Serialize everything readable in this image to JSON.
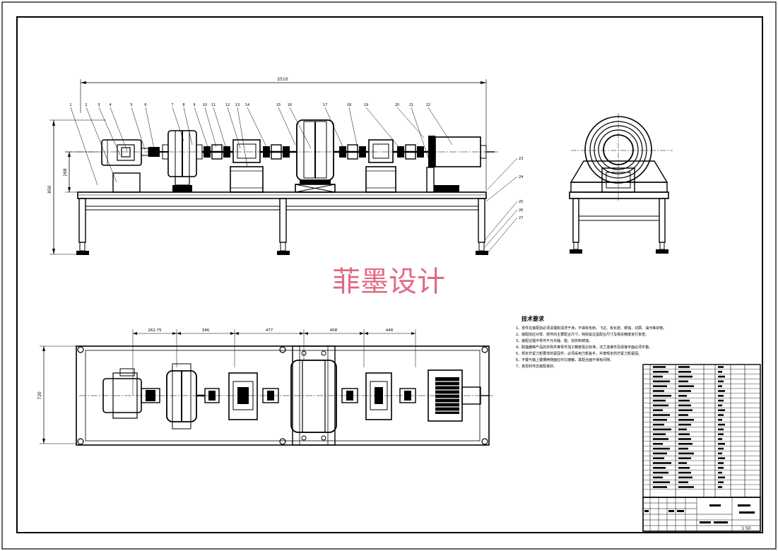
{
  "watermark": "菲墨设计",
  "colors": {
    "ink": "#000000",
    "watermark": "#e06a85",
    "paper": "#ffffff"
  },
  "front_view": {
    "overall_length": "2510",
    "height_total": "850",
    "height_shaft": "268",
    "part_numbers": [
      "1",
      "2",
      "3",
      "4",
      "5",
      "6",
      "7",
      "8",
      "9",
      "10",
      "11",
      "12",
      "13",
      "14",
      "15",
      "16",
      "17",
      "18",
      "19",
      "20",
      "21",
      "22"
    ],
    "right_part_numbers": [
      "23",
      "24",
      "25",
      "26",
      "27"
    ]
  },
  "top_view": {
    "dim_chain": [
      "262.75",
      "346",
      "477",
      "408",
      "448"
    ],
    "width": "720"
  },
  "tech_req": {
    "title": "技术要求",
    "items": [
      "1、零件在装配前必须清理和清洗干净，不得有毛刺、飞边、氧化皮、锈蚀、切屑、油污等杂物。",
      "2、装配前应对零、部件的主要配合尺寸，特别是过盈配合尺寸及相关精度进行复查。",
      "3、装配过程中零件不允许磕、碰、划伤和锈蚀。",
      "4、联轴器等产品的外购件等零件加工精度需达标准，法兰连接件及焊接平面必须平整。",
      "5、规定拧紧力矩要求的紧固件，必须采用力矩扳手，并按规定的拧紧力矩紧固。",
      "6、平键与轴上键槽两侧面应均匀接触，其配合面不得有间隙。",
      "7、各密封件应装配良好。"
    ]
  },
  "title_block": {
    "scale": "1:50"
  }
}
